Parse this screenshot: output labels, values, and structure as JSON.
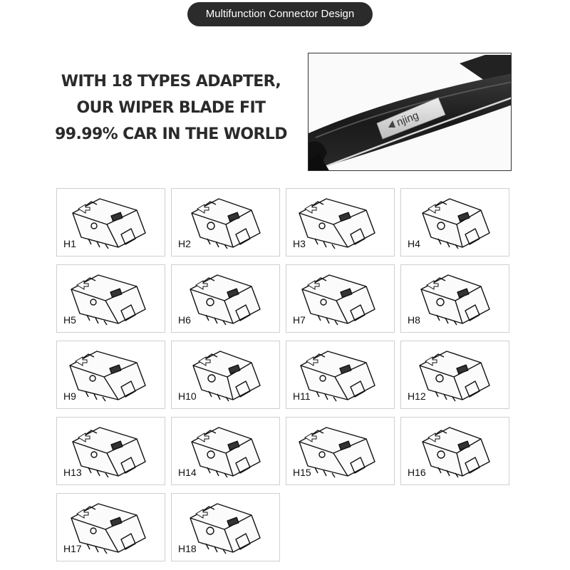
{
  "header": {
    "title": "Multifunction Connector Design"
  },
  "headline": {
    "lines": [
      "WITH 18 TYPES ADAPTER,",
      "OUR WIPER BLADE FIT",
      "99.99% CAR IN THE WORLD"
    ]
  },
  "product_photo": {
    "brand_logo_text": "njing"
  },
  "adapters": [
    {
      "label": "H1"
    },
    {
      "label": "H2"
    },
    {
      "label": "H3"
    },
    {
      "label": "H4"
    },
    {
      "label": "H5"
    },
    {
      "label": "H6"
    },
    {
      "label": "H7"
    },
    {
      "label": "H8"
    },
    {
      "label": "H9"
    },
    {
      "label": "H10"
    },
    {
      "label": "H11"
    },
    {
      "label": "H12"
    },
    {
      "label": "H13"
    },
    {
      "label": "H14"
    },
    {
      "label": "H15"
    },
    {
      "label": "H16"
    },
    {
      "label": "H17"
    },
    {
      "label": "H18"
    }
  ],
  "colors": {
    "pill": "#2b2b2b",
    "headline": "#2a2a2a",
    "blade": "#1e1e1e"
  }
}
